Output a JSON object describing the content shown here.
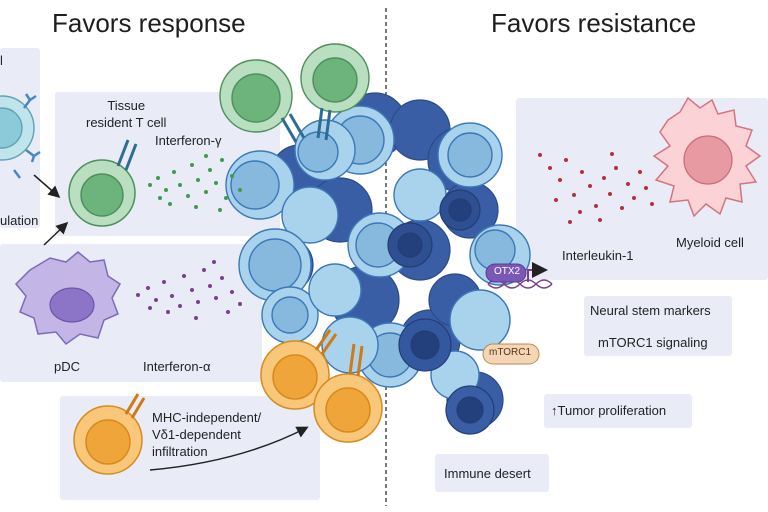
{
  "headers": {
    "left": "Favors response",
    "right": "Favors resistance"
  },
  "left_labels": {
    "partial_top": "l",
    "partial_bottom": "ulation",
    "tissue_resident_t_cell": "Tissue\nresident T cell",
    "interferon_gamma": "Interferon-γ",
    "pdc": "pDC",
    "interferon_alpha": "Interferon-α",
    "infiltration": "MHC-independent/\nVδ1-dependent\ninfiltration"
  },
  "right_labels": {
    "interleukin_1": "Interleukin-1",
    "myeloid_cell": "Myeloid cell",
    "otx2": "OTX2",
    "mtorc1": "mTORC1",
    "neural_stem_markers": "Neural stem markers",
    "mtorc1_signaling": "mTORC1 signaling",
    "tumor_proliferation": "↑Tumor proliferation",
    "immune_desert": "Immune desert"
  },
  "colors": {
    "panel_bg": "#e9ecf7",
    "t_cell_green": "#8fcb9b",
    "t_cell_dark_green": "#5da86d",
    "pdc_purple": "#b7a6dc",
    "gamma_delta_orange": "#f2a93b",
    "tumor_light_blue": "#9fcbe8",
    "tumor_dark_blue": "#3a5ea6",
    "myeloid_pink": "#f7b8bf",
    "il1_dots": "#b5303b",
    "ifn_gamma_dots": "#3f9a4f",
    "ifn_alpha_dots": "#7a3f8f"
  }
}
